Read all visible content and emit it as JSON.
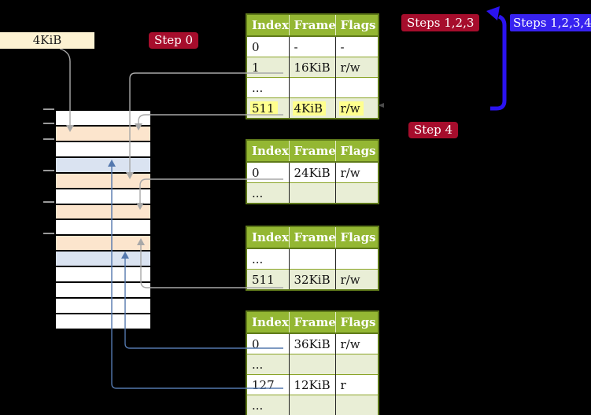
{
  "palette": {
    "head_green": "#94b733",
    "row_green": "#e9eed6",
    "olive_dark": "#5f7a1a",
    "olive_light": "#8aa427",
    "mark_yellow": "#ffff8e",
    "arrow_gray": "#a8a8a8",
    "arrow_steel": "#5478ae",
    "arrow_thick": "#2b13f0",
    "label_red": "#a60d2c",
    "label_blue": "#3722f0",
    "frame_label_bg": "#fdf2d2"
  },
  "labels": {
    "frame_size": {
      "text": "4KiB",
      "bg": "#fdf2d2",
      "fg": "#1a1a1a"
    },
    "step0": {
      "text": "Step 0",
      "bg": "#a60d2c",
      "fg": "#ffffff"
    },
    "steps123": {
      "text": "Steps 1,2,3",
      "bg": "#a60d2c",
      "fg": "#ffffff"
    },
    "steps1234": {
      "text": "Steps 1,2,3,4",
      "bg": "#3722f0",
      "fg": "#ffffff"
    },
    "step4": {
      "text": "Step 4",
      "bg": "#a60d2c",
      "fg": "#ffffff"
    }
  },
  "memory_stack": {
    "row_colors": [
      "white",
      "orange",
      "white",
      "blue",
      "orange",
      "white",
      "orange",
      "white",
      "orange",
      "blue",
      "white",
      "white",
      "white",
      "white"
    ],
    "colors": {
      "white": "#ffffff",
      "orange": "#fce5cd",
      "blue": "#dae3f1"
    },
    "ticks_y": [
      138,
      156,
      176,
      216,
      256,
      296
    ]
  },
  "page_tables": [
    {
      "headers": [
        "Index",
        "Frame",
        "Flags"
      ],
      "rows": [
        {
          "cells": [
            "0",
            "-",
            "-"
          ]
        },
        {
          "cells": [
            "1",
            "16KiB",
            "r/w"
          ]
        },
        {
          "cells": [
            "...",
            "",
            ""
          ]
        },
        {
          "cells": [
            "511",
            "4KiB",
            "r/w"
          ]
        }
      ]
    },
    {
      "headers": [
        "Index",
        "Frame",
        "Flags"
      ],
      "rows": [
        {
          "cells": [
            "0",
            "24KiB",
            "r/w"
          ]
        },
        {
          "cells": [
            "...",
            "",
            ""
          ]
        }
      ]
    },
    {
      "headers": [
        "Index",
        "Frame",
        "Flags"
      ],
      "rows": [
        {
          "cells": [
            "...",
            "",
            ""
          ]
        },
        {
          "cells": [
            "511",
            "32KiB",
            "r/w"
          ]
        }
      ]
    },
    {
      "headers": [
        "Index",
        "Frame",
        "Flags"
      ],
      "rows": [
        {
          "cells": [
            "0",
            "36KiB",
            "r/w"
          ]
        },
        {
          "cells": [
            "...",
            "",
            ""
          ]
        },
        {
          "cells": [
            "127",
            "12KiB",
            "r"
          ]
        },
        {
          "cells": [
            "...",
            "",
            ""
          ]
        }
      ]
    }
  ]
}
